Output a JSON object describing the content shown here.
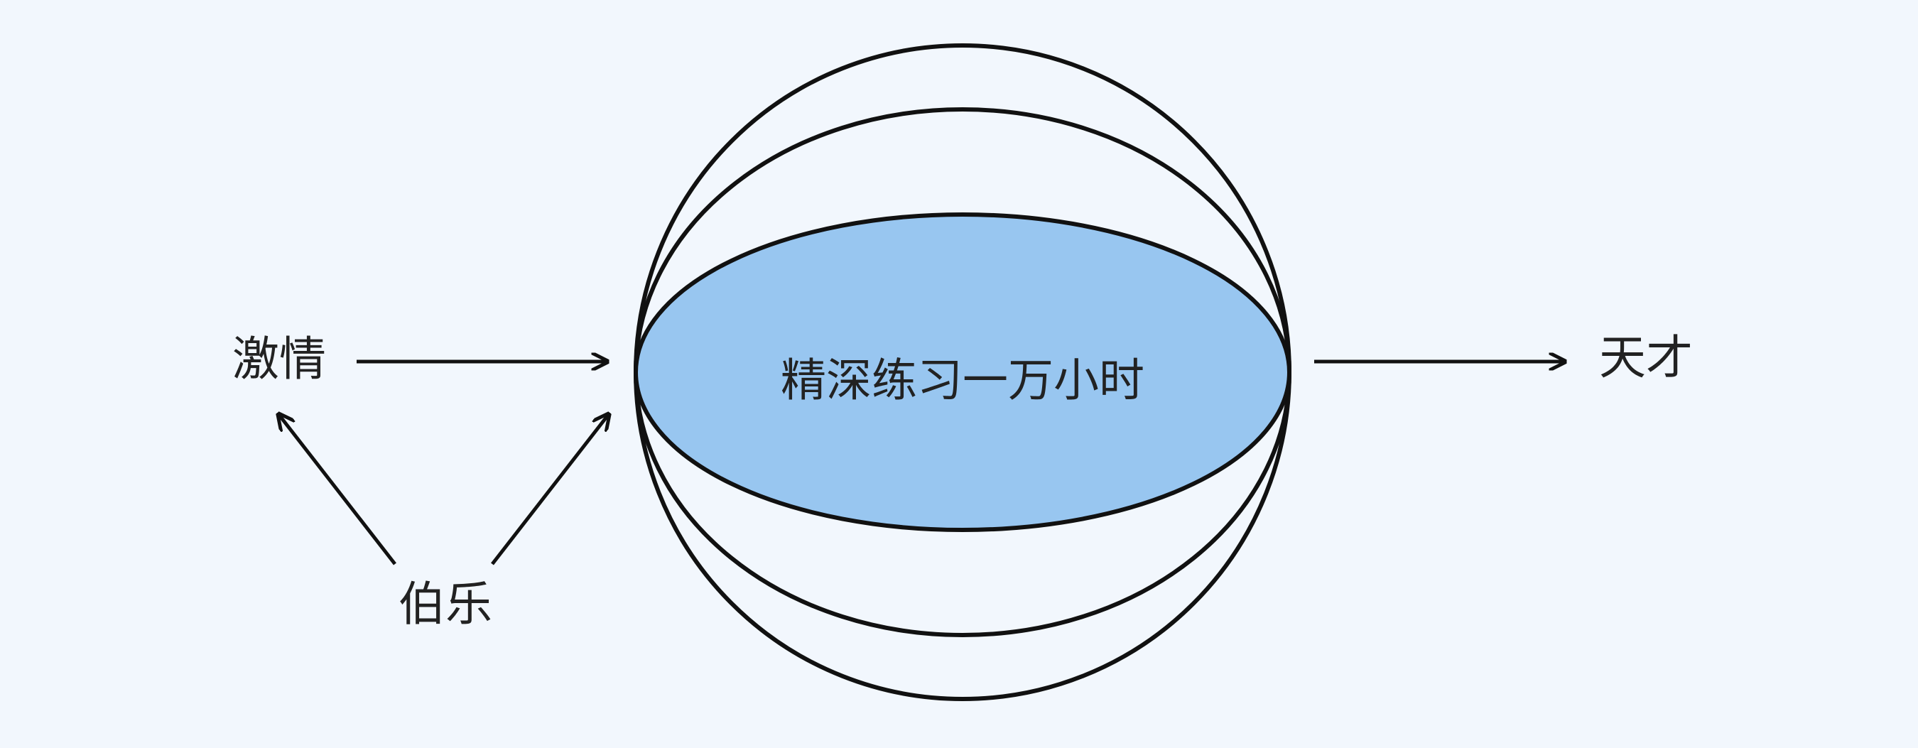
{
  "diagram": {
    "nodes": {
      "passion": "激情",
      "mentor": "伯乐",
      "practice": "精深练习一万小时",
      "genius": "天才"
    },
    "colors": {
      "background": "#f2f7fd",
      "inner_ellipse_fill": "#98c6f0",
      "stroke": "#111111"
    }
  }
}
